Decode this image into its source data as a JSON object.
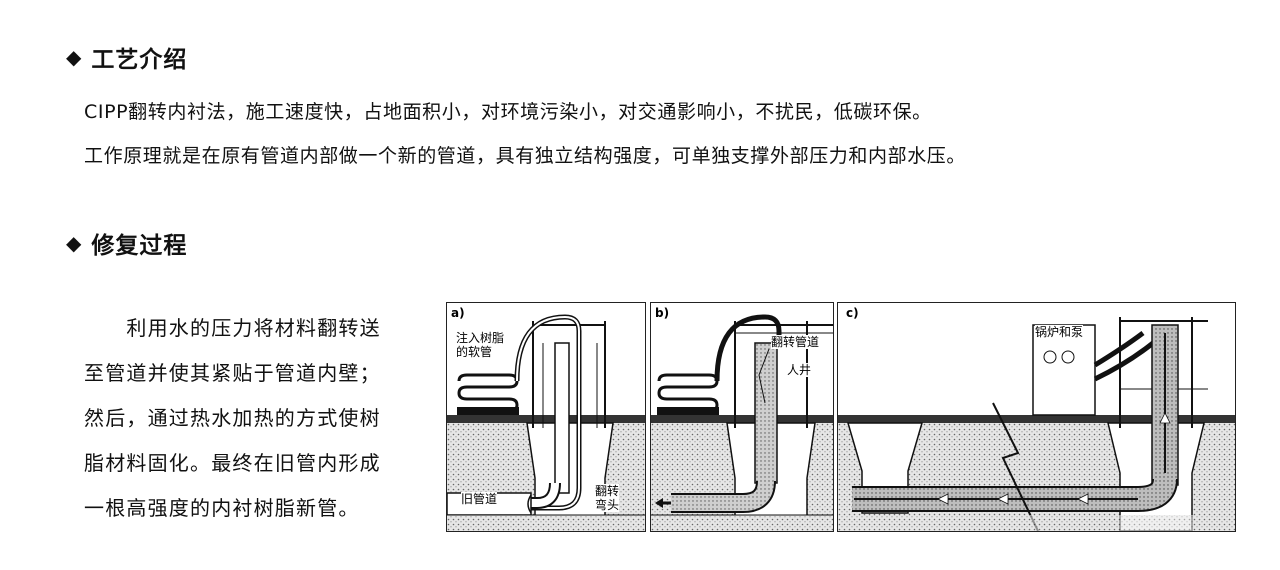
{
  "section1": {
    "bullet": "◆",
    "title": "工艺介绍",
    "lines": [
      "CIPP翻转内衬法，施工速度快，占地面积小，对环境污染小，对交通影响小，不扰民，低碳环保。",
      "工作原理就是在原有管道内部做一个新的管道，具有独立结构强度，可单独支撑外部压力和内部水压。"
    ]
  },
  "section2": {
    "bullet": "◆",
    "title": "修复过程",
    "lines": [
      "　　利用水的压力将材料翻转送",
      "至管道并使其紧贴于管道内壁；",
      "然后，通过热水加热的方式使树",
      "脂材料固化。最终在旧管内形成",
      "一根高强度的内衬树脂新管。"
    ]
  },
  "diagram": {
    "panel_a": {
      "label": "a)",
      "resin_hose": "注入树脂\n的软管",
      "old_pipe": "旧管道",
      "inversion_bend": "翻转\n弯头",
      "colors": {
        "soil": "#d8d8d8",
        "line": "#111111"
      }
    },
    "panel_b": {
      "label": "b)",
      "inversion_pipe": "翻转管道",
      "manhole": "人井"
    },
    "panel_c": {
      "label": "c)",
      "boiler_pump": "锅炉和泵"
    }
  }
}
